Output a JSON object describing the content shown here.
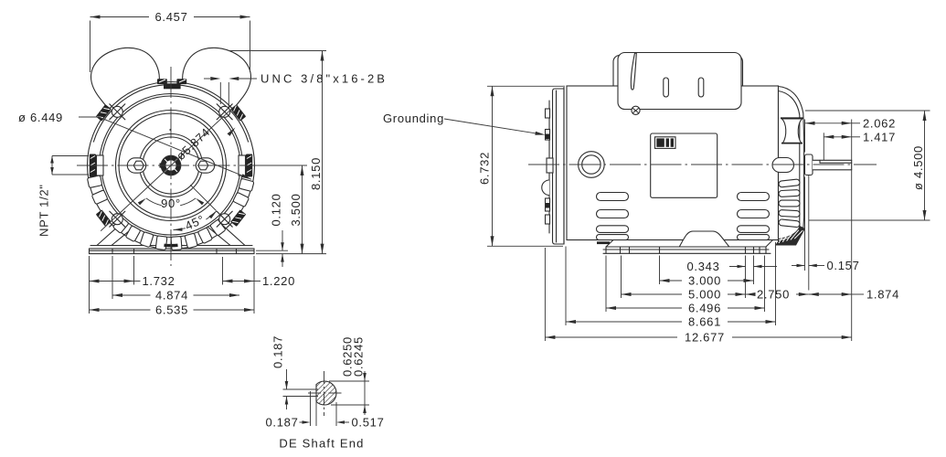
{
  "front_view": {
    "dim_width_top": "6.457",
    "dim_tap_label": "UNC 3/8\"x16-2B",
    "dim_outer_dia": "ø 6.449",
    "dim_bolt_circle": "ø5.874",
    "dim_npt": "NPT 1/2\"",
    "angle_90": "90°",
    "angle_45": "45°",
    "dim_pad_thickness": "0.120",
    "dim_shaft_height": "3.500",
    "dim_total_height": "8.150",
    "dim_foot_slot": "1.732",
    "dim_bolt_span": "4.874",
    "dim_base_width": "6.535",
    "dim_foot_edge": "1.220"
  },
  "side_view": {
    "label_grounding": "Grounding",
    "dim_height": "6.732",
    "dim_shaft_ext": "2.062",
    "dim_key_flat": "1.417",
    "dim_bell_dia": "ø 4.500",
    "dim_slot_width": "0.343",
    "dim_mount_2f_short": "3.000",
    "dim_mount_2f_long": "5.000",
    "dim_ba": "2.750",
    "dim_base_len": "6.496",
    "dim_frame_len": "8.661",
    "dim_overall_len": "12.677",
    "dim_slinger_gap": "0.157",
    "dim_shaft_len": "1.874"
  },
  "shaft_detail": {
    "dim_flat_height": "0.187",
    "dim_dia_upper": "0.6250",
    "dim_dia_lower": "0.6245",
    "dim_flat_offset": "0.187",
    "dim_flat_width": "0.517",
    "caption": "DE Shaft End"
  }
}
